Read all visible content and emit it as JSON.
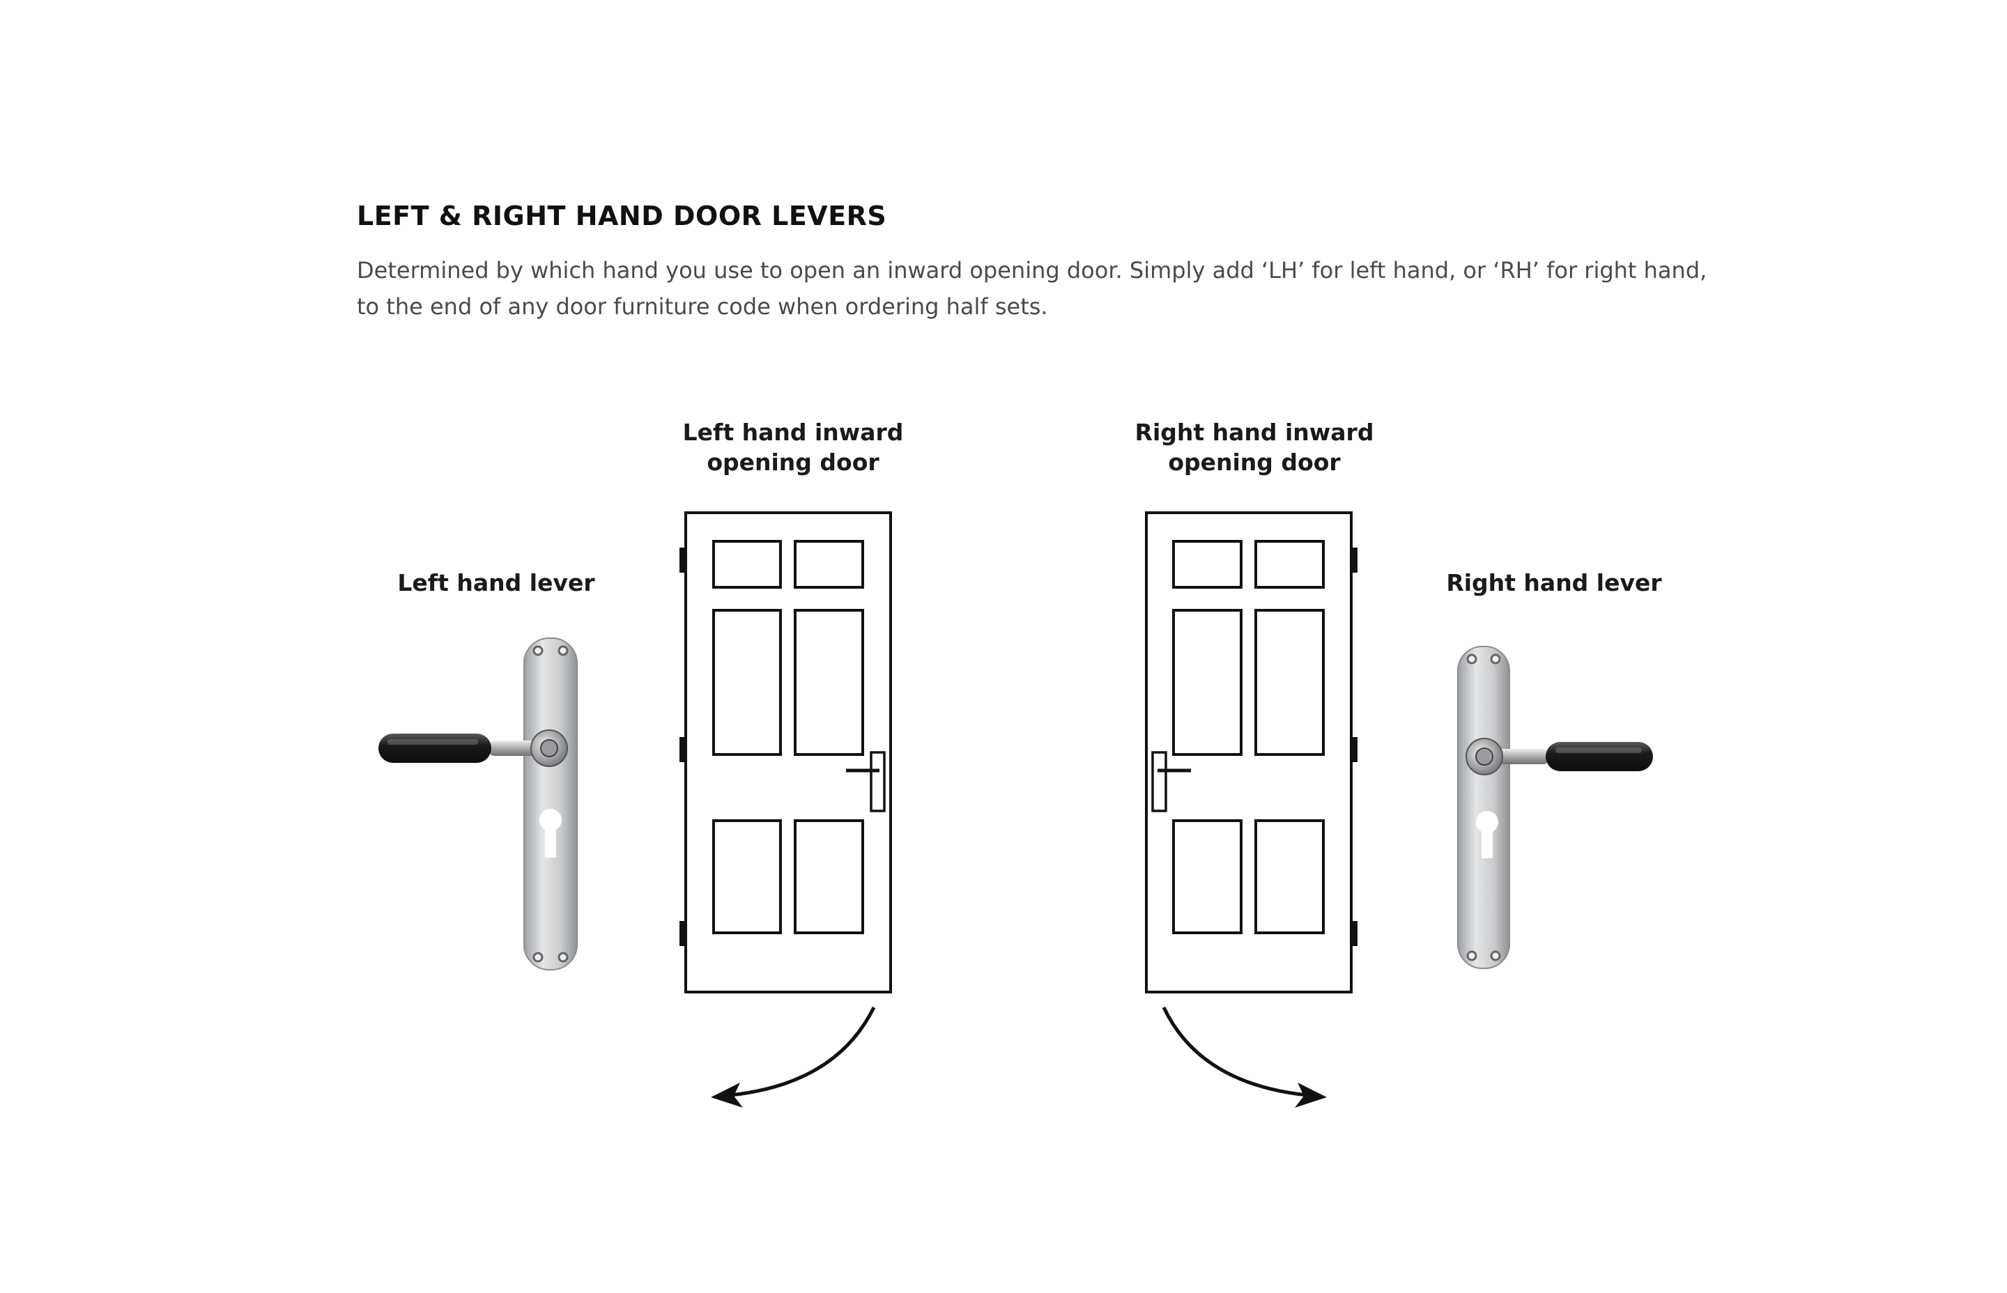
{
  "heading": "LEFT & RIGHT HAND DOOR LEVERS",
  "intro": "Determined by which hand you use to open an inward opening door. Simply add ‘LH’ for left hand, or ‘RH’ for right hand, to the end of any door furniture code when ordering half sets.",
  "labels": {
    "left_lever": "Left hand lever",
    "left_door_line1": "Left hand inward",
    "left_door_line2": "opening door",
    "right_door_line1": "Right hand inward",
    "right_door_line2": "opening door",
    "right_lever": "Right hand lever"
  },
  "colors": {
    "line": "#111111",
    "chrome": "#c4c6c8",
    "grip": "#1e1e1e"
  },
  "icons": [
    "lever-handle-icon",
    "door-icon",
    "swing-arrow-icon"
  ]
}
